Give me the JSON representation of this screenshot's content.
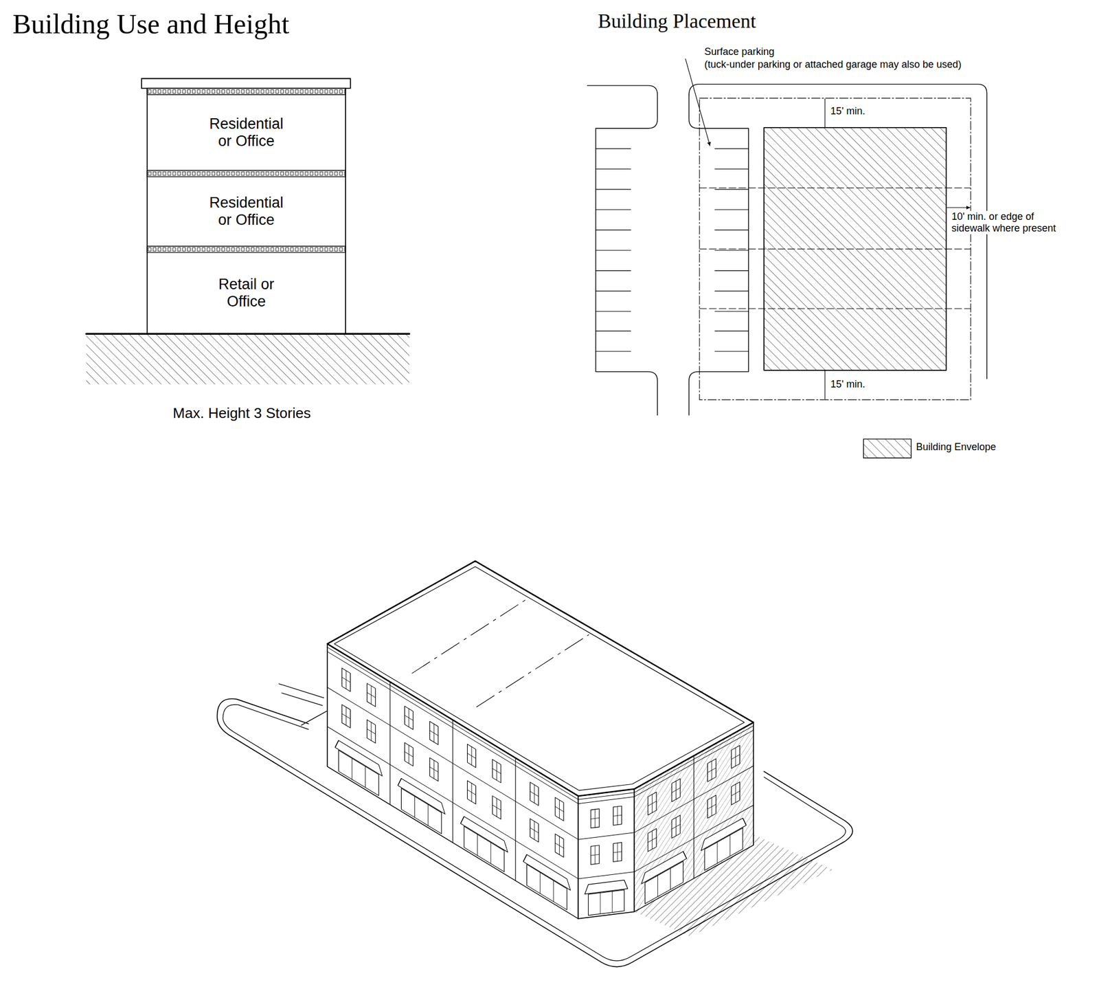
{
  "diagram": {
    "title": "Building Use and Height",
    "nodes": [
      {
        "text": [
          "Residential or Office"
        ]
      },
      {
        "text": [
          "Residential or Office"
        ]
      },
      {
        "text": [
          "Retail or Office"
        ]
      }
    ],
    "labels": [
      "Building Placement",
      "Max. Height 3 Stories",
      "Surface parking",
      "(tuck-under parking or attached garage may also be used)",
      "15' min.",
      "10' min. or edge of sidewalk where present",
      "15' min."
    ],
    "legend": [
      {
        "text": "Building Envelope"
      }
    ]
  }
}
